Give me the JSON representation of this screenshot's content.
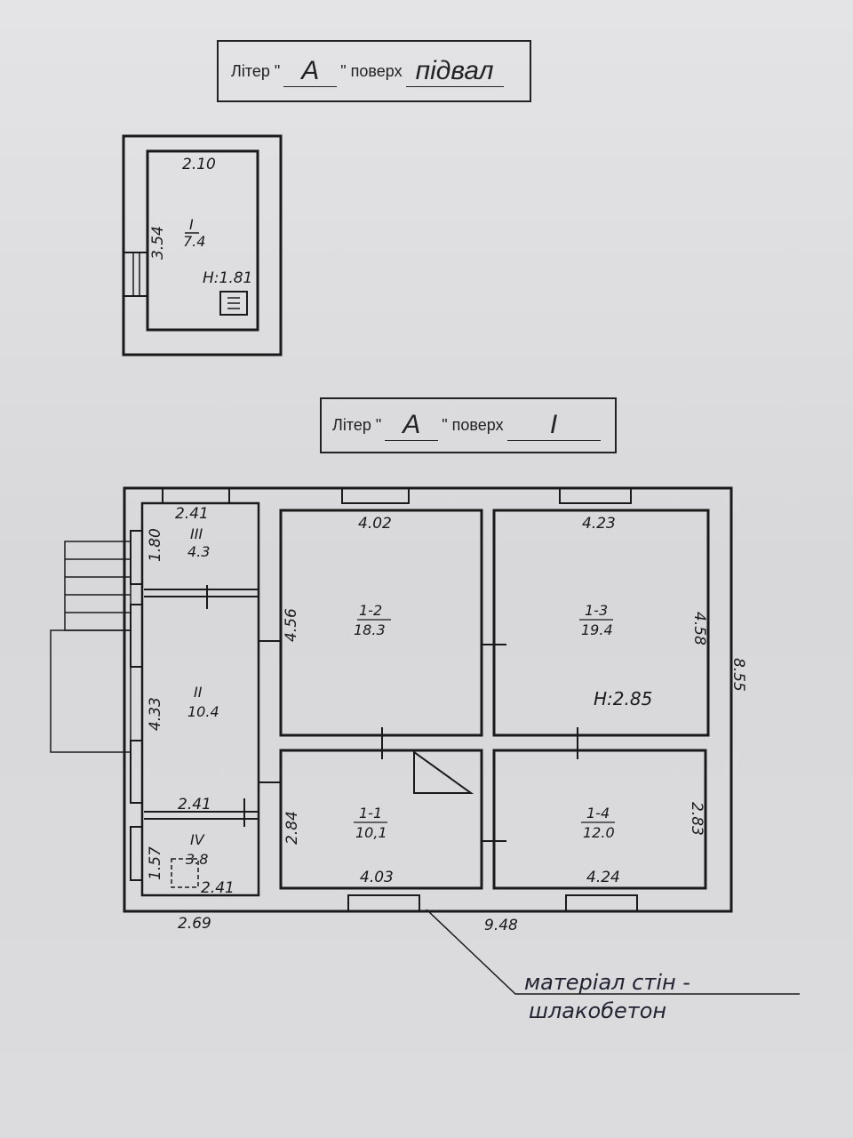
{
  "basement": {
    "title_prefix": "Літер \"",
    "litera": "A",
    "title_mid": "\" поверх",
    "floor": "підвал",
    "room": {
      "number": "I",
      "area": "7.4"
    },
    "dims": {
      "width": "2.10",
      "length": "3.54",
      "height": "H:1.81"
    }
  },
  "first_floor": {
    "title_prefix": "Літер \"",
    "litera": "A",
    "title_mid": "\" поверх",
    "floor": "I",
    "rooms": [
      {
        "number": "III",
        "area": "4.3"
      },
      {
        "number": "II",
        "area": "10.4"
      },
      {
        "number": "IV",
        "area": "3.8"
      },
      {
        "number": "1-2",
        "area": "18.3"
      },
      {
        "number": "1-3",
        "area": "19.4"
      },
      {
        "number": "1-1",
        "area": "10,1"
      },
      {
        "number": "1-4",
        "area": "12.0"
      }
    ],
    "dims": {
      "r3_w": "2.41",
      "r3_l": "1.80",
      "r2_l": "4.33",
      "r2_w": "2.41",
      "r4_l": "1.57",
      "r4_w": "2.41",
      "r12_w": "4.02",
      "r12_l": "4.56",
      "r13_w": "4.23",
      "r13_l": "4.58",
      "height": "H:2.85",
      "r11_l": "2.84",
      "r11_w": "4.03",
      "r14_l": "2.83",
      "r14_w": "4.24",
      "total_w_left": "2.69",
      "total_w": "9.48",
      "total_l": "8.55"
    },
    "note_line1": "матеріал стін -",
    "note_line2": "шлакобетон"
  }
}
